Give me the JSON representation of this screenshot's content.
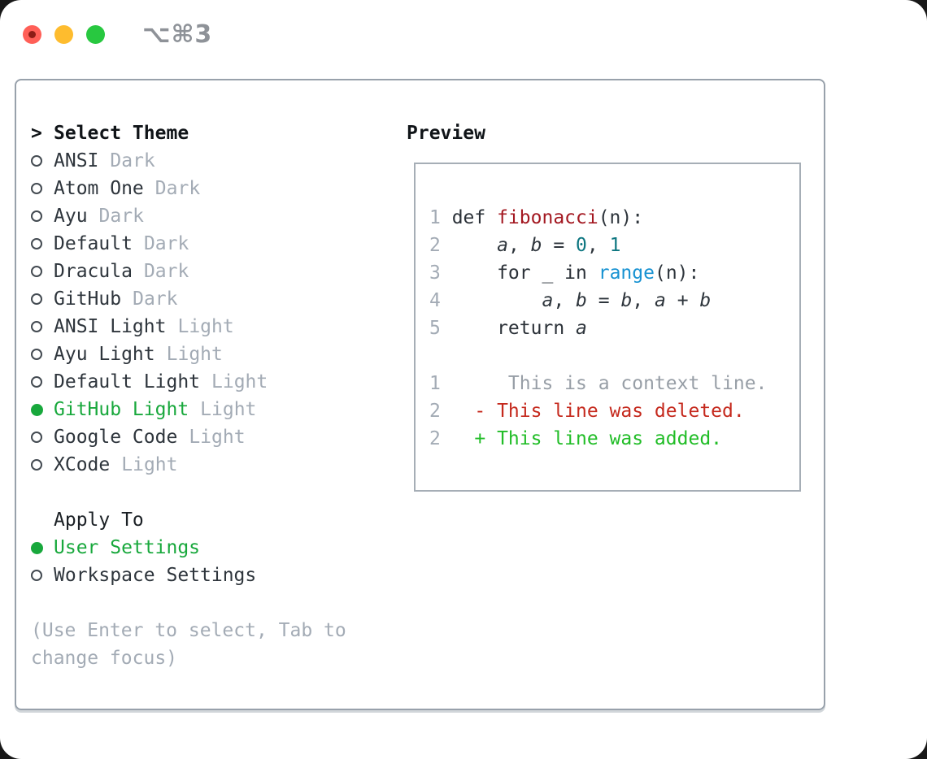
{
  "window": {
    "shortcut": "⌥⌘3"
  },
  "theme_panel": {
    "header_prefix": ">",
    "header_title": "Select Theme",
    "themes": [
      {
        "name": "ANSI",
        "variant": "Dark",
        "selected": false
      },
      {
        "name": "Atom One",
        "variant": "Dark",
        "selected": false
      },
      {
        "name": "Ayu",
        "variant": "Dark",
        "selected": false
      },
      {
        "name": "Default",
        "variant": "Dark",
        "selected": false
      },
      {
        "name": "Dracula",
        "variant": "Dark",
        "selected": false
      },
      {
        "name": "GitHub",
        "variant": "Dark",
        "selected": false
      },
      {
        "name": "ANSI Light",
        "variant": "Light",
        "selected": false
      },
      {
        "name": "Ayu Light",
        "variant": "Light",
        "selected": false
      },
      {
        "name": "Default Light",
        "variant": "Light",
        "selected": false
      },
      {
        "name": "GitHub Light",
        "variant": "Light",
        "selected": true
      },
      {
        "name": "Google Code",
        "variant": "Light",
        "selected": false
      },
      {
        "name": "XCode",
        "variant": "Light",
        "selected": false
      }
    ],
    "apply_to": {
      "title": "Apply To",
      "options": [
        {
          "name": "User Settings",
          "selected": true
        },
        {
          "name": "Workspace Settings",
          "selected": false
        }
      ]
    },
    "hint_lines": [
      "(Use Enter to select, Tab to",
      "change focus)"
    ]
  },
  "preview": {
    "title": "Preview",
    "lines": [
      {
        "num": "1",
        "tokens": [
          {
            "text": "def ",
            "style": "kw"
          },
          {
            "text": "fibonacci",
            "style": "func"
          },
          {
            "text": "(n):",
            "style": "plain"
          }
        ]
      },
      {
        "num": "2",
        "tokens": [
          {
            "text": "    ",
            "style": "plain"
          },
          {
            "text": "a",
            "style": "var"
          },
          {
            "text": ", ",
            "style": "plain"
          },
          {
            "text": "b",
            "style": "var"
          },
          {
            "text": " = ",
            "style": "plain"
          },
          {
            "text": "0",
            "style": "num"
          },
          {
            "text": ", ",
            "style": "plain"
          },
          {
            "text": "1",
            "style": "num"
          }
        ]
      },
      {
        "num": "3",
        "tokens": [
          {
            "text": "    ",
            "style": "plain"
          },
          {
            "text": "for ",
            "style": "kw"
          },
          {
            "text": "_ ",
            "style": "plain"
          },
          {
            "text": "in ",
            "style": "kw"
          },
          {
            "text": "range",
            "style": "builtin"
          },
          {
            "text": "(n):",
            "style": "plain"
          }
        ]
      },
      {
        "num": "4",
        "tokens": [
          {
            "text": "        ",
            "style": "plain"
          },
          {
            "text": "a",
            "style": "var"
          },
          {
            "text": ", ",
            "style": "plain"
          },
          {
            "text": "b",
            "style": "var"
          },
          {
            "text": " = ",
            "style": "plain"
          },
          {
            "text": "b",
            "style": "var"
          },
          {
            "text": ", ",
            "style": "plain"
          },
          {
            "text": "a",
            "style": "var"
          },
          {
            "text": " + ",
            "style": "plain"
          },
          {
            "text": "b",
            "style": "var"
          }
        ]
      },
      {
        "num": "5",
        "tokens": [
          {
            "text": "    ",
            "style": "plain"
          },
          {
            "text": "return ",
            "style": "kw"
          },
          {
            "text": "a",
            "style": "var"
          }
        ]
      },
      {
        "num": "",
        "tokens": []
      },
      {
        "num": "1",
        "tokens": [
          {
            "text": "     This is a context line.",
            "style": "muted"
          }
        ]
      },
      {
        "num": "2",
        "tokens": [
          {
            "text": "  - This line was deleted.",
            "style": "del"
          }
        ]
      },
      {
        "num": "2",
        "tokens": [
          {
            "text": "  + This line was added.",
            "style": "add"
          }
        ]
      }
    ]
  },
  "colors": {
    "accent_green": "#18a83c",
    "diff_add_green": "#21bd27",
    "diff_del_red": "#c5291d",
    "func_red": "#a31821",
    "number_teal": "#0d7680",
    "builtin_blue": "#1792d2",
    "muted_gray": "#a3abb5",
    "text_dark": "#2e353c",
    "border_gray": "#98a1ab",
    "traffic_red": "#ff5f57",
    "traffic_yellow": "#febc2e",
    "traffic_green": "#28c840"
  }
}
